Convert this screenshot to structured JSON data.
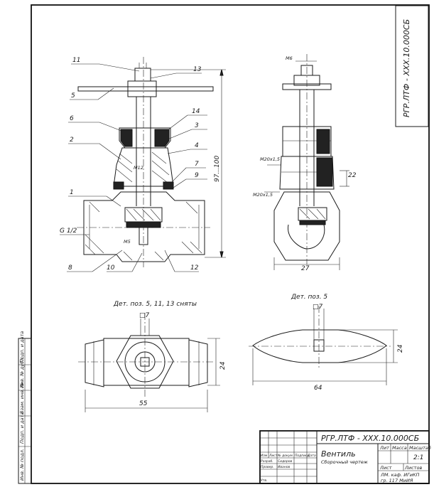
{
  "drawing": {
    "code": "РГР.ЛТФ - ХХХ.10.000СБ",
    "code_stamp": "РГР.ЛТФ - ХХХ.10.000СБ",
    "title": "Вентиль",
    "subtitle": "Сборочный чертеж",
    "scale": "2:1",
    "sheet": "Лист",
    "sheets": "Листов",
    "col_lit": "Лит",
    "col_mass": "Масса",
    "col_scale": "Масштаб",
    "org1": "ЛМ. каф. ИГиКП",
    "org2": "гр. 117 МиИЯ",
    "stamp_rows": {
      "izm": "Изм",
      "list": "Лист",
      "ndok": "№ докум.",
      "podp": "Подпись",
      "data": "Дата",
      "razrab": "Разраб.",
      "prov": "Провер.",
      "utv": "Утв."
    },
    "names": {
      "razrab": "Сидоров",
      "prov": "Иванов"
    }
  },
  "left_strip": [
    "Инв. № подл.",
    "Подп. и дата",
    "Взам. инв. №",
    "Инв. № дубл.",
    "Подп. и дата"
  ],
  "positions": [
    "11",
    "13",
    "5",
    "14",
    "6",
    "3",
    "2",
    "4",
    "7",
    "9",
    "1",
    "8",
    "10",
    "12"
  ],
  "thread_labels": {
    "m12": "М12",
    "m5": "М5",
    "m6": "М6",
    "m20_left": "М20х1,5",
    "m20_bottom": "М20х1,5",
    "g12": "G 1/2"
  },
  "dimensions": {
    "height": "97...100",
    "d22": "22",
    "d27": "27",
    "sq7_top": "□7",
    "d24": "24",
    "d55": "55",
    "sq7_right": "□7",
    "d24_right": "24",
    "d64": "64"
  },
  "notes": {
    "top_view": "Дет. поз. 5, 11, 13 сняты",
    "detail5": "Дет. поз. 5"
  }
}
